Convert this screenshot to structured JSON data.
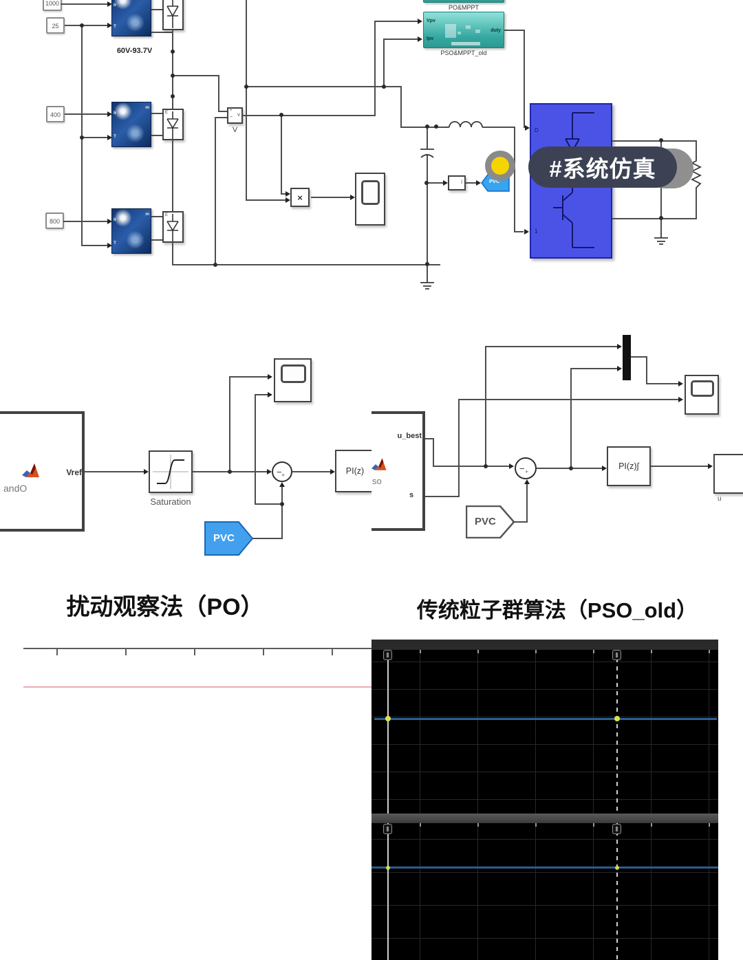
{
  "top_model": {
    "constants": [
      "1000",
      "25",
      "400",
      "800"
    ],
    "pv_string_label": "60V-93.7V",
    "pv_port_ir": "Ir",
    "pv_port_t": "T",
    "pv_port_m": "m",
    "diode_port": "E",
    "voltmeter_label": "V",
    "product_symbol": "×",
    "po_mppt_label": "PO&MPPT",
    "pso_mppt_label": "PSO&MPPT_old",
    "mppt_port_vpv": "Vpv",
    "mppt_port_ipv": "Ipv",
    "mppt_port_duty": "duty",
    "bridge_port_d": "D",
    "bridge_port_1": "1",
    "pvc_tag": "PVC",
    "sticker_text": "#系统仿真"
  },
  "po_subsystem": {
    "fcn_text": "andO",
    "fcn_port_out": "Vref",
    "saturation_label": "Saturation",
    "pi_label": "PI(z)",
    "pvc_tag": "PVC",
    "caption": "扰动观察法（PO）"
  },
  "pso_subsystem": {
    "fcn_text": "so",
    "fcn_port_ubest": "u_best",
    "fcn_port_s": "s",
    "pi_label": "PI(z)∫",
    "pvc_tag": "PVC",
    "out_port_label": "u",
    "caption": "传统粒子群算法（PSO_old）"
  },
  "glyphs": {
    "plus": "+",
    "minus": "−",
    "v": "v",
    "i": "i"
  },
  "colors": {
    "teal_block": "#35a8a0",
    "bridge_blue": "#4b53e6",
    "pvc_blue": "#3d9ded",
    "sticker_pill": "#3c4254",
    "sticker_yellow": "#f5d400",
    "trace_blue_top": "#2e6093",
    "trace_blue_bottom": "#2b5c8f",
    "cursor_marker_yellow": "#dde24a",
    "plot_red_line": "#ecaab2"
  }
}
